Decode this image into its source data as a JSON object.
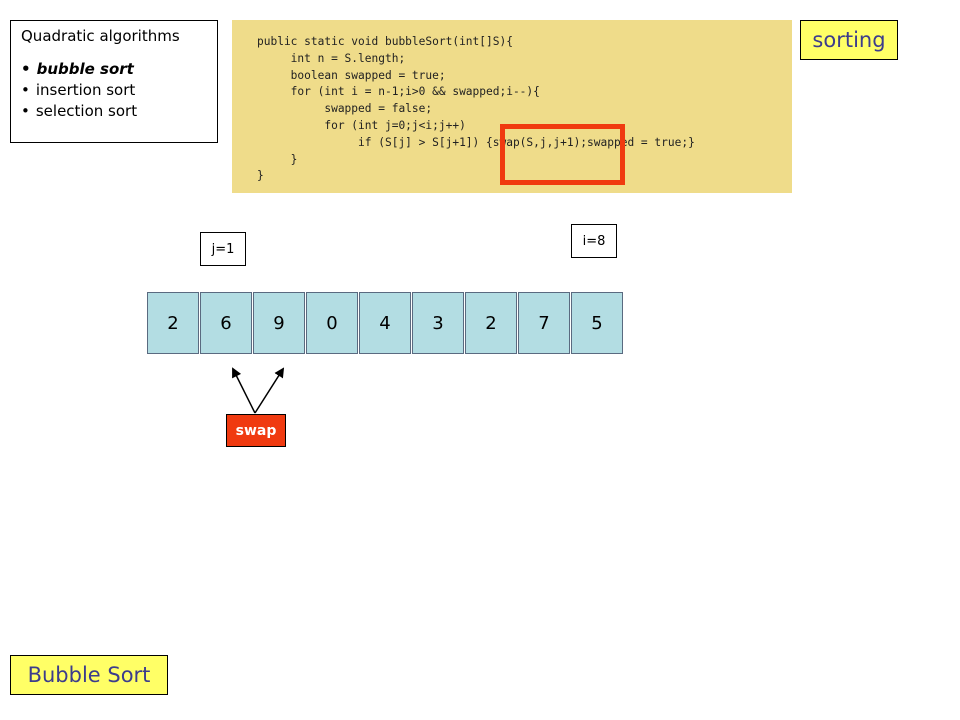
{
  "sidebar": {
    "title": "Quadratic algorithms",
    "items": [
      {
        "label": "bubble sort",
        "active": true
      },
      {
        "label": "insertion sort",
        "active": false
      },
      {
        "label": "selection sort",
        "active": false
      }
    ]
  },
  "code": {
    "lines": [
      "public static void bubbleSort(int[]S){",
      "     int n = S.length;",
      "     boolean swapped = true;",
      "     for (int i = n-1;i>0 && swapped;i--){",
      "          swapped = false;",
      "          for (int j=0;j<i;j++)",
      "               if (S[j] > S[j+1]) {swap(S,j,j+1);swapped = true;}",
      "     }",
      "}"
    ]
  },
  "tags": {
    "sorting": "sorting",
    "page_title": "Bubble Sort"
  },
  "pointers": {
    "j": "j=1",
    "i": "i=8"
  },
  "array": [
    "2",
    "6",
    "9",
    "0",
    "4",
    "3",
    "2",
    "7",
    "5"
  ],
  "swap_label": "swap",
  "colors": {
    "code_bg": "#efdc8a",
    "highlight": "#f03a10",
    "cell_bg": "#b3dde3",
    "tag_bg": "#ffff66",
    "tag_text": "#3c3c8c"
  }
}
